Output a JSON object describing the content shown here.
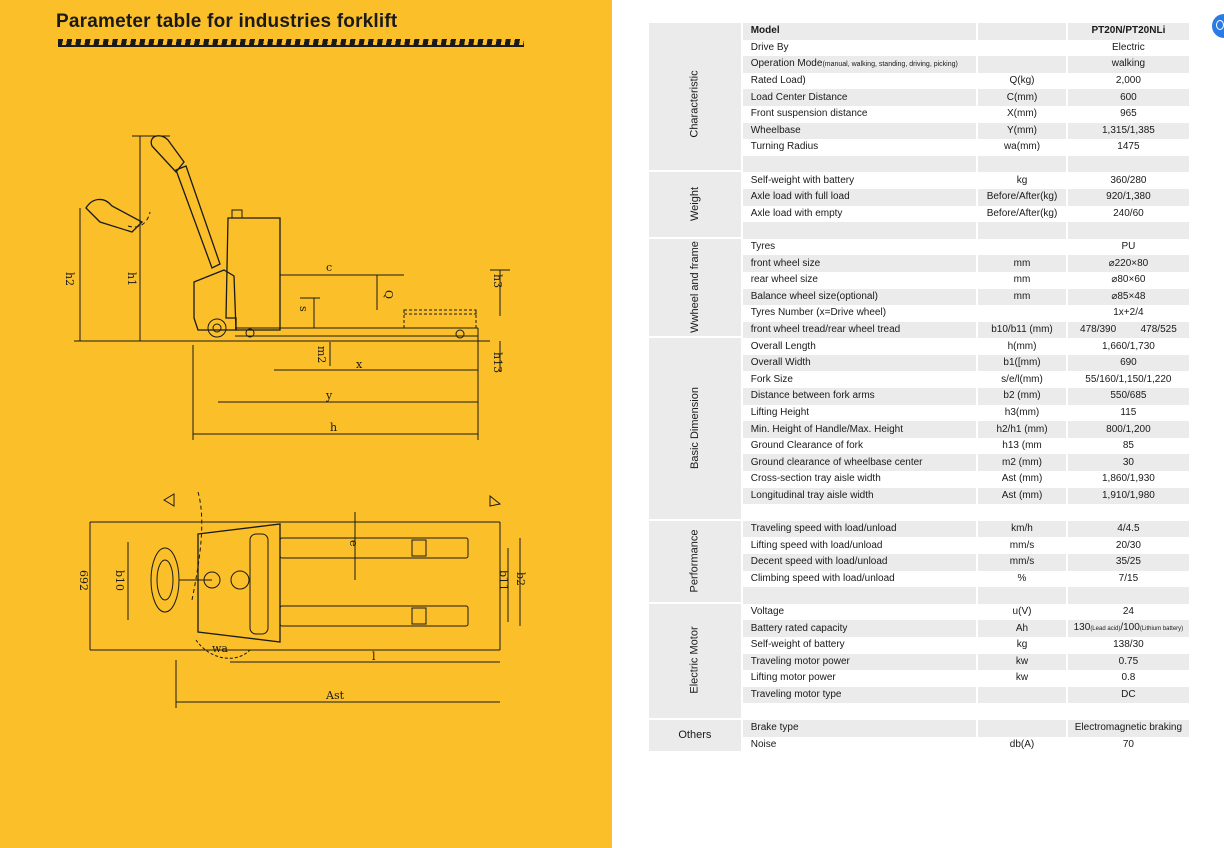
{
  "title": "Parameter table for industries forklift",
  "drawing_labels": {
    "h2": "h2",
    "h1": "h1",
    "c": "c",
    "q": "Q",
    "h3": "h3",
    "s": "s",
    "m2": "m2",
    "x": "x",
    "y": "y",
    "l": "l",
    "h": "h",
    "h13": "h13",
    "e": "e",
    "b692": "692",
    "b10": "b10",
    "b11": "b11",
    "b2": "b2",
    "wa": "wa",
    "l_bottom": "l",
    "ast": "Ast"
  },
  "colors": {
    "panel": "#fbbf2a",
    "line": "#1a1a1a",
    "row_shade": "#ebebeb",
    "tab": "#2a7be4"
  },
  "table": {
    "header": {
      "param": "Model",
      "unit": "",
      "value": "PT20N/PT20NLi"
    },
    "groups": [
      {
        "name": "Characteristic",
        "rows": [
          {
            "param": "Drive By",
            "unit": "",
            "value": "Electric"
          },
          {
            "param": "Operation Mode",
            "param_note": "(manual, walking, standing, driving, picking)",
            "unit": "",
            "value": "walking"
          },
          {
            "param": "Rated Load)",
            "unit": "Q(kg)",
            "value": "2,000"
          },
          {
            "param": "Load Center Distance",
            "unit": "C(mm)",
            "value": "600"
          },
          {
            "param": "Front suspension distance",
            "unit": "X(mm)",
            "value": "965"
          },
          {
            "param": "Wheelbase",
            "unit": "Y(mm)",
            "value": "1,315/1,385"
          },
          {
            "param": "Turning Radius",
            "unit": "wa(mm)",
            "value": "1475"
          },
          {
            "param": "",
            "unit": "",
            "value": ""
          }
        ]
      },
      {
        "name": "Weight",
        "rows": [
          {
            "param": "Self-weight with battery",
            "unit": "kg",
            "value": "360/280"
          },
          {
            "param": "Axle load with full load",
            "unit": "Before/After(kg)",
            "value": "920/1,380"
          },
          {
            "param": "Axle load with empty",
            "unit": "Before/After(kg)",
            "value": "240/60"
          },
          {
            "param": "",
            "unit": "",
            "value": ""
          }
        ]
      },
      {
        "name": "Wwheel and frame",
        "rows": [
          {
            "param": "Tyres",
            "unit": "",
            "value": "PU"
          },
          {
            "param": "front wheel size",
            "unit": "mm",
            "value": "⌀220×80"
          },
          {
            "param": "rear wheel size",
            "unit": "mm",
            "value": "⌀80×60"
          },
          {
            "param": "Balance wheel size(optional)",
            "unit": "mm",
            "value": "⌀85×48"
          },
          {
            "param": "Tyres Number (x=Drive wheel)",
            "unit": "",
            "value": "1x+2/4"
          },
          {
            "param": "front wheel tread/rear wheel tread",
            "unit": "b10/b11 (mm)",
            "value": "478/390",
            "value2": "478/525"
          }
        ]
      },
      {
        "name": "Basic Dimension",
        "rows": [
          {
            "param": "Overall Length",
            "unit": "h(mm)",
            "value": "1,660/1,730"
          },
          {
            "param": "Overall Width",
            "unit": "b1([mm)",
            "value": "690"
          },
          {
            "param": "Fork Size",
            "unit": "s/e/l(mm)",
            "value": "55/160/1,150/1,220"
          },
          {
            "param": "Distance between fork arms",
            "unit": "b2 (mm)",
            "value": "550/685"
          },
          {
            "param": "Lifting Height",
            "unit": "h3(mm)",
            "value": "115"
          },
          {
            "param": "Min. Height of Handle/Max. Height",
            "unit": "h2/h1 (mm)",
            "value": "800/1,200"
          },
          {
            "param": "Ground Clearance of fork",
            "unit": "h13 (mm",
            "value": "85"
          },
          {
            "param": "Ground clearance of wheelbase center",
            "unit": "m2 (mm)",
            "value": "30"
          },
          {
            "param": "Cross-section tray aisle width",
            "unit": "Ast (mm)",
            "value": "1,860/1,930"
          },
          {
            "param": "Longitudinal tray aisle width",
            "unit": "Ast (mm)",
            "value": "1,910/1,980"
          },
          {
            "param": "",
            "unit": "",
            "value": ""
          }
        ]
      },
      {
        "name": "Performance",
        "rows": [
          {
            "param": "Traveling speed with load/unload",
            "unit": "km/h",
            "value": "4/4.5"
          },
          {
            "param": "Lifting speed with load/unload",
            "unit": "mm/s",
            "value": "20/30"
          },
          {
            "param": "Decent speed with load/unload",
            "unit": "mm/s",
            "value": "35/25"
          },
          {
            "param": "Climbing speed with load/unload",
            "unit": "%",
            "value": "7/15"
          },
          {
            "param": "",
            "unit": "",
            "value": ""
          }
        ]
      },
      {
        "name": "Electric Motor",
        "rows": [
          {
            "param": "Voltage",
            "unit": "u(V)",
            "value": "24"
          },
          {
            "param": "Battery rated capacity",
            "unit": "Ah",
            "value": "130",
            "value_note1": "(Lead acid)",
            "value_mid": "/100",
            "value_note2": "(Lithium battery)"
          },
          {
            "param": "Self-weight of battery",
            "unit": "kg",
            "value": "138/30"
          },
          {
            "param": "Traveling motor power",
            "unit": "kw",
            "value": "0.75"
          },
          {
            "param": "Lifting motor power",
            "unit": "kw",
            "value": "0.8"
          },
          {
            "param": "Traveling motor type",
            "unit": "",
            "value": "DC"
          },
          {
            "param": "",
            "unit": "",
            "value": ""
          }
        ]
      },
      {
        "name": "Others",
        "flat": true,
        "rows": [
          {
            "param": "Brake type",
            "unit": "",
            "value": "Electromagnetic braking"
          },
          {
            "param": "Noise",
            "unit": "db(A)",
            "value": "70"
          }
        ]
      }
    ]
  }
}
